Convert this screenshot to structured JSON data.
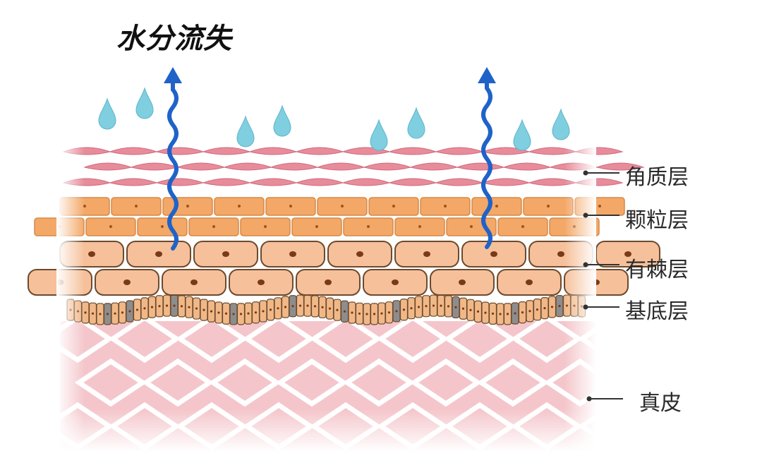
{
  "title": "水分流失",
  "labels": {
    "corneum": "角质层",
    "granular": "颗粒层",
    "spinous": "有棘层",
    "basal": "基底层",
    "dermis": "真皮"
  },
  "colors": {
    "arrow": "#1f63c9",
    "droplet": "#7fcfe0",
    "corneum": "#e88c9c",
    "granular": "#f3a868",
    "spinous": "#f6c09a",
    "basal": "#f1b887",
    "basal_dark": "#8d8d8d",
    "dermis": "#f4c6cb"
  }
}
